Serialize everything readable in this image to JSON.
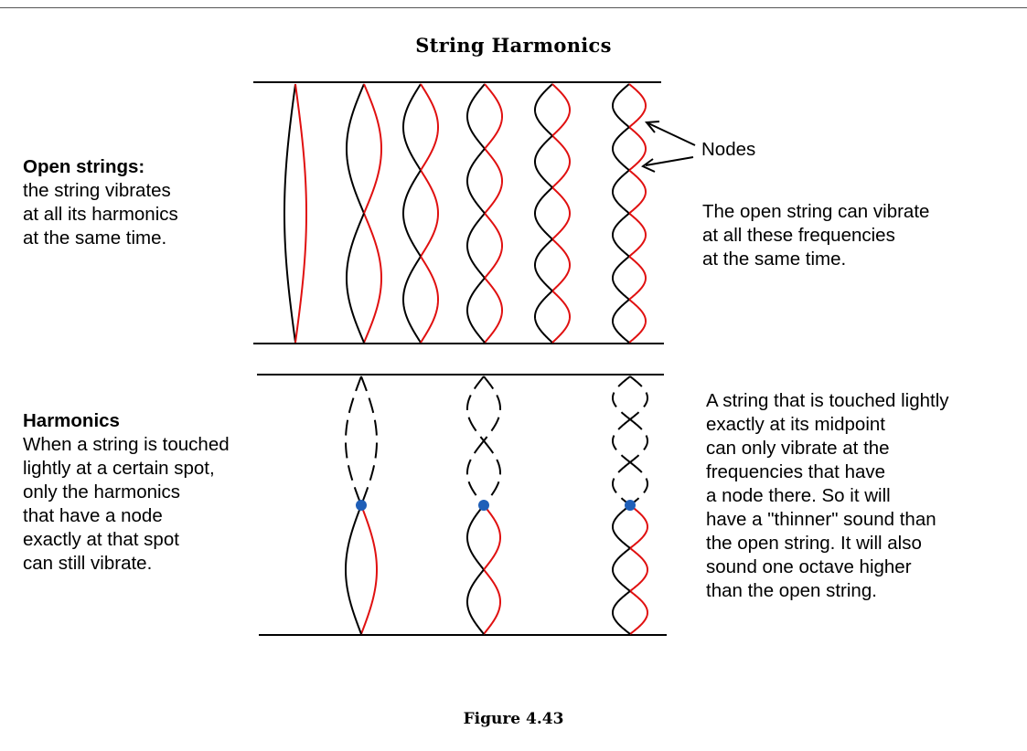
{
  "title": "String Harmonics",
  "caption": "Figure 4.43",
  "colors": {
    "primary": "#000000",
    "accent": "#e01010",
    "node_dot": "#1f5fb8"
  },
  "open_strings": {
    "heading": "Open strings:",
    "lines": [
      "the string vibrates",
      "at all its harmonics",
      "at the same time."
    ],
    "harmonics_shown": [
      1,
      2,
      3,
      4,
      5,
      6
    ]
  },
  "nodes_label": "Nodes",
  "open_note": {
    "lines": [
      "The open string can vibrate",
      "at all these frequencies",
      "at the same time."
    ]
  },
  "harmonics": {
    "heading": "Harmonics",
    "lines": [
      "When a string is touched",
      "lightly at a certain spot,",
      "only the harmonics",
      "that have a node",
      "exactly at that spot",
      "can still vibrate."
    ],
    "harmonics_shown": [
      2,
      4,
      6
    ],
    "touch_point": "midpoint"
  },
  "harmonic_note": {
    "lines": [
      "A string that is touched lightly",
      "exactly at its midpoint",
      "can only vibrate at the",
      "frequencies that have",
      "a node there. So it will",
      "have a \"thinner\" sound than",
      "the open string. It will also",
      "sound one octave higher",
      "than the open string."
    ]
  }
}
